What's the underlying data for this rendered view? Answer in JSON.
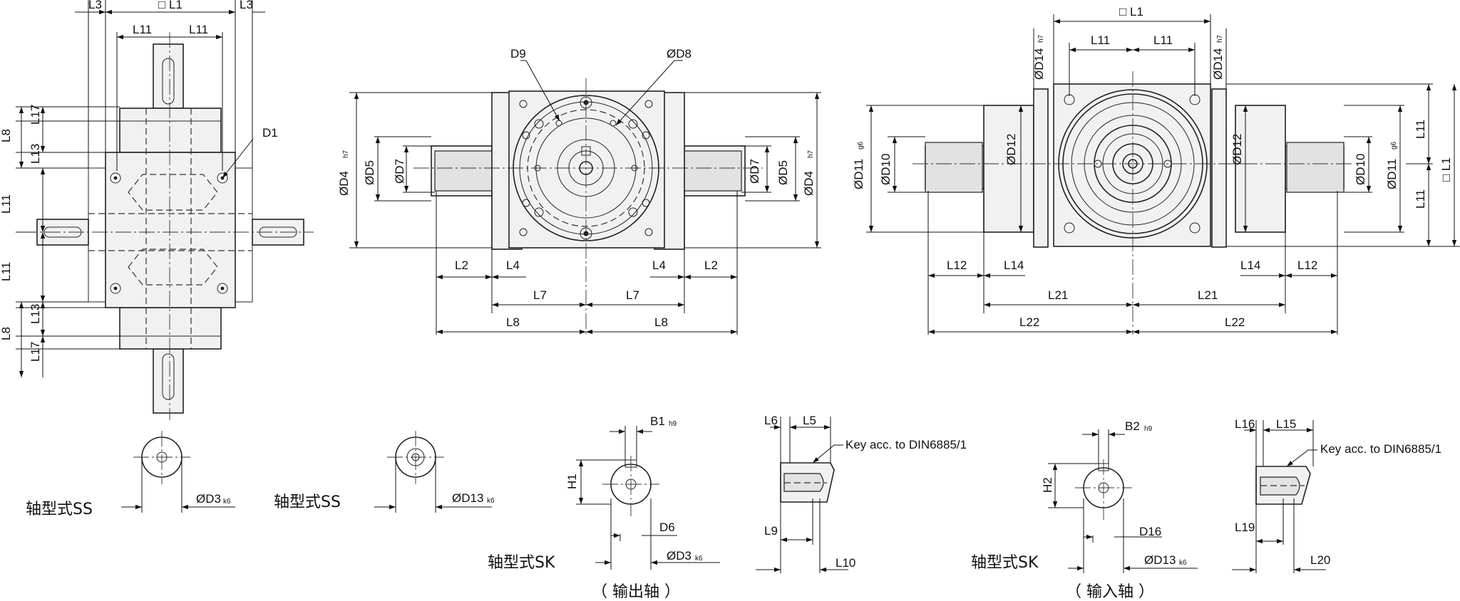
{
  "labels": {
    "l1": "□ L1",
    "l3": "L3",
    "l11": "L11",
    "l17": "L17",
    "l13": "L13",
    "l8": "L8",
    "d1": "D1",
    "d9": "D9",
    "od8": "ØD8",
    "od4": "ØD4",
    "h7": "h7",
    "od5": "ØD5",
    "od7": "ØD7",
    "l2": "L2",
    "l4": "L4",
    "l7": "L7",
    "od14": "ØD14",
    "od11": "ØD11",
    "g6": "g6",
    "od10": "ØD10",
    "od12": "ØD12",
    "l12": "L12",
    "l14": "L14",
    "l21": "L21",
    "l22": "L22",
    "od3": "ØD3",
    "k6": "k6",
    "od13": "ØD13",
    "b1": "B1",
    "h9": "h9",
    "h1": "H1",
    "d6": "D6",
    "l6": "L6",
    "l5": "L5",
    "key": "Key acc. to DIN6885/1",
    "l9": "L9",
    "l10": "L10",
    "b2": "B2",
    "h2": "H2",
    "d16": "D16",
    "l16": "L16",
    "l15": "L15",
    "l19": "L19",
    "l20": "L20"
  },
  "captions": {
    "shaft_ss_1": "轴型式SS",
    "shaft_ss_2": "轴型式SS",
    "shaft_sk_out": "轴型式SK",
    "output_shaft": "（ 输出轴 ）",
    "shaft_sk_in": "轴型式SK",
    "input_shaft": "（ 输入轴 ）"
  }
}
